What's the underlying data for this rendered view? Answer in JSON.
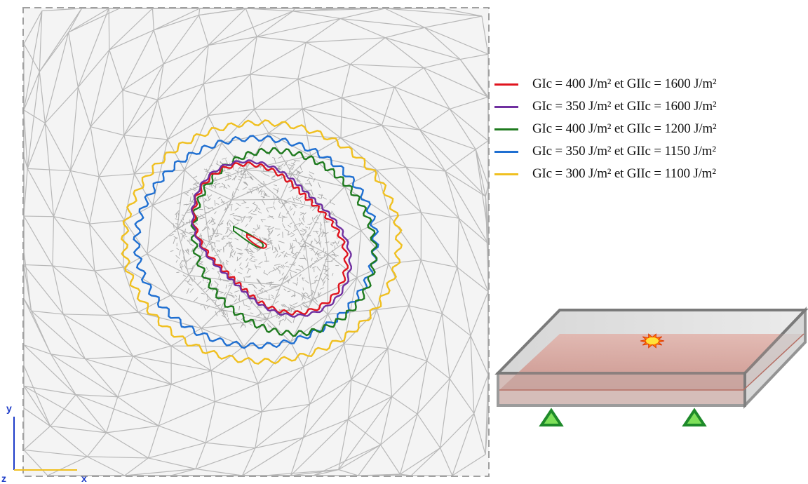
{
  "legend": {
    "items": [
      {
        "label": "GIc = 400 J/m² et GIIc = 1600 J/m²",
        "color": "#e0141e"
      },
      {
        "label": "GIc = 350 J/m² et GIIc = 1600 J/m²",
        "color": "#7030a0"
      },
      {
        "label": "GIc = 400 J/m² et GIIc = 1200 J/m²",
        "color": "#1e7a1e"
      },
      {
        "label": "GIc = 350 J/m² et GIIc = 1150 J/m²",
        "color": "#1f6fd1"
      },
      {
        "label": "GIc = 300 J/m² et GIIc = 1100 J/m²",
        "color": "#f0c020"
      }
    ]
  },
  "axes": {
    "y_label": "y",
    "x_label": "x",
    "z_label": "z"
  },
  "mesh": {
    "line_color": "#b8b8b8",
    "border_color": "#a0a0a0",
    "background": "#f2f2f2"
  },
  "plate": {
    "frame_color": "#7a7a7a",
    "layer_color": "#c98b82",
    "support_color": "#2fae3a",
    "impact_color": "#ff7a00"
  }
}
